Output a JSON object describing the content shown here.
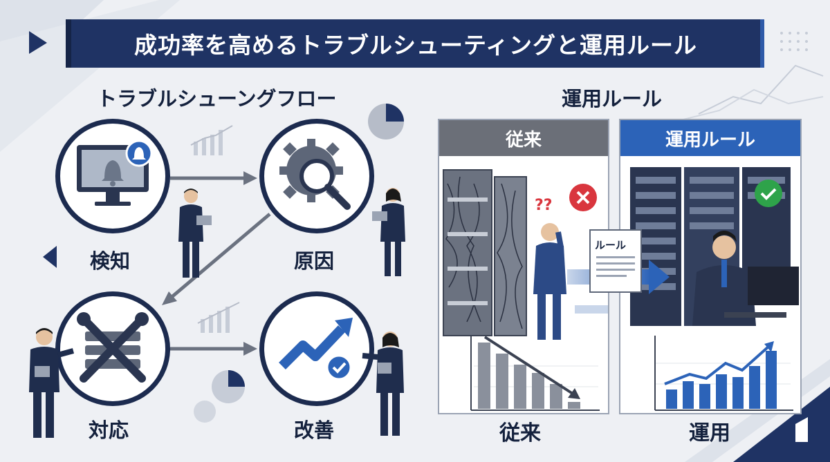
{
  "banner": {
    "title": "成功率を高めるトラブルシューティングと運用ルール"
  },
  "flow": {
    "title": "トラブルシューングフロー",
    "steps": [
      {
        "label": "検知",
        "icon": "alert-monitor-icon"
      },
      {
        "label": "原因",
        "icon": "gear-magnifier-icon"
      },
      {
        "label": "対応",
        "icon": "wrench-tools-icon"
      },
      {
        "label": "改善",
        "icon": "trend-check-icon"
      }
    ]
  },
  "rules": {
    "title": "運用ルール",
    "left_panel": {
      "header": "従来",
      "bottom": "従来",
      "status": "error",
      "header_color": "#6b6f78"
    },
    "right_panel": {
      "header": "運用ルール",
      "bottom": "運用",
      "doc_label": "ルール",
      "status": "success",
      "header_color": "#2c63b8"
    }
  },
  "colors": {
    "navy": "#1f3364",
    "accent_blue": "#2c63b8",
    "error_red": "#d9363e",
    "success_green": "#2ea34a"
  }
}
